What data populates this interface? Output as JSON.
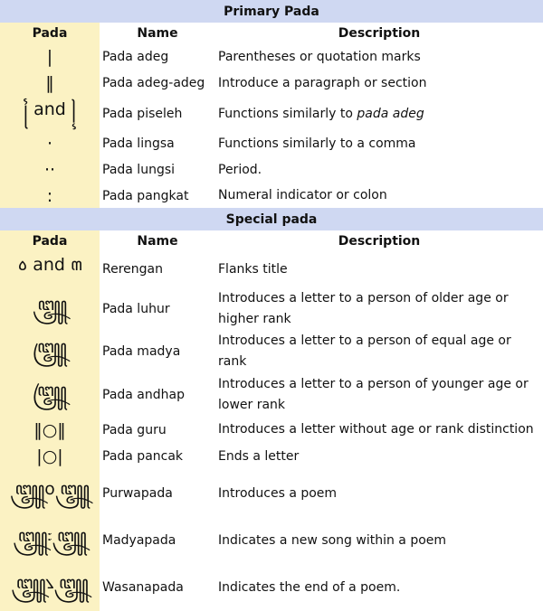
{
  "primary": {
    "title": "Primary Pada",
    "headers": {
      "pada": "Pada",
      "name": "Name",
      "description": "Description"
    },
    "rows": [
      {
        "glyph": "|",
        "name": "Pada adeg",
        "description": "Parentheses or quotation marks"
      },
      {
        "glyph": "‖",
        "name": "Pada adeg-adeg",
        "description": "Introduce a paragraph or section"
      },
      {
        "glyph": "꧌ and ꧍",
        "name": "Pada piseleh",
        "description_prefix": "Functions similarly to ",
        "description_em": "pada adeg"
      },
      {
        "glyph": "·",
        "name": "Pada lingsa",
        "description": "Functions similarly to a comma"
      },
      {
        "glyph": "··",
        "name": "Pada lungsi",
        "description": "Period."
      },
      {
        "glyph": ":",
        "name": "Pada pangkat",
        "description": "Numeral indicator or colon"
      }
    ]
  },
  "special": {
    "title": "Special pada",
    "headers": {
      "pada": "Pada",
      "name": "Name",
      "description": "Description"
    },
    "rows": [
      {
        "glyph": "꧞ and ꧟",
        "name": "Rerengan",
        "description": "Flanks title"
      },
      {
        "glyph": "꧃",
        "name": "Pada luhur",
        "description": "Introduces a letter to a person of older age or higher rank"
      },
      {
        "glyph": "꧄",
        "name": "Pada madya",
        "description": "Introduces a letter to a person of equal age or rank"
      },
      {
        "glyph": "꧅",
        "name": "Pada andhap",
        "description": "Introduces a letter to a person of younger age or lower rank"
      },
      {
        "glyph": "‖○‖",
        "name": "Pada guru",
        "description": "Introduces a letter without age or rank distinction"
      },
      {
        "glyph": "|○|",
        "name": "Pada pancak",
        "description": "Ends a letter"
      },
      {
        "glyph": "꧃꧆꧃",
        "name": "Purwapada",
        "description": "Introduces a poem"
      },
      {
        "glyph": "꧃꧇꧃",
        "name": "Madyapada",
        "description": "Indicates a new song within a poem"
      },
      {
        "glyph": "꧃꧈꧃",
        "name": "Wasanapada",
        "description": "Indicates the end of a poem."
      }
    ]
  }
}
